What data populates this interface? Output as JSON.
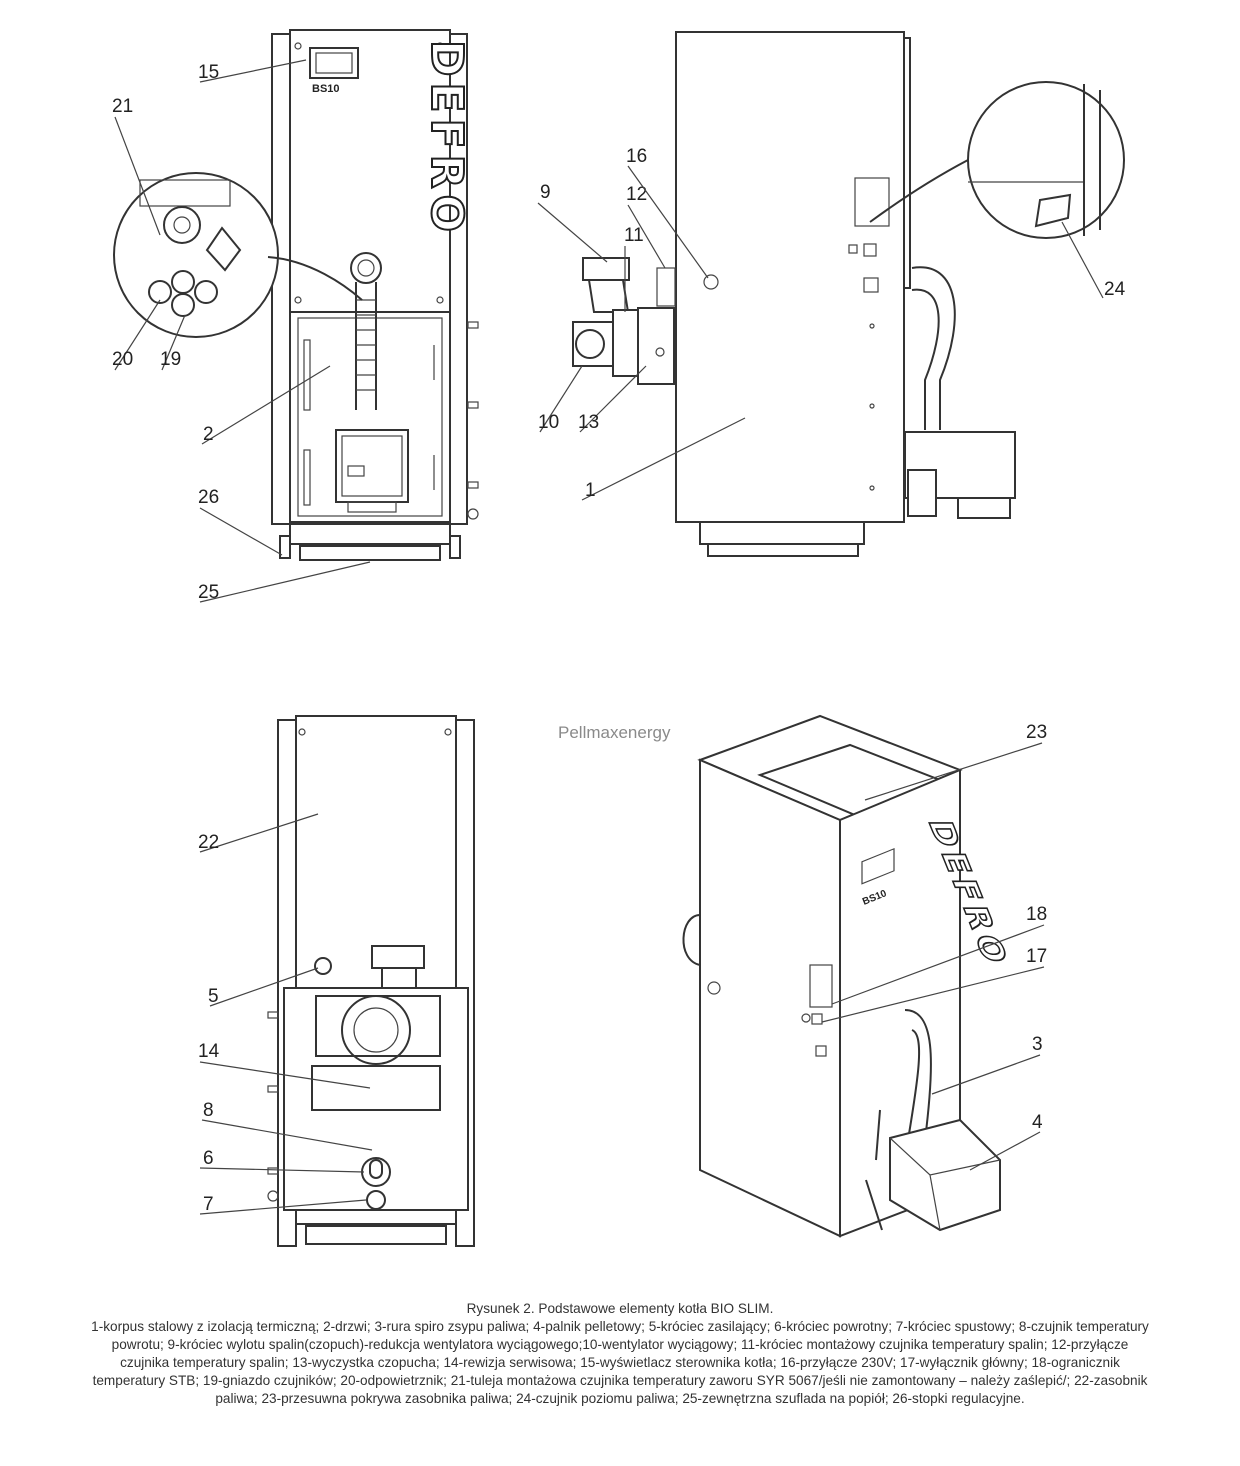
{
  "watermark": "Pellmaxenergy",
  "brand_vertical": "DEFRO",
  "controller_label": "BS10",
  "callouts": [
    "1",
    "2",
    "3",
    "4",
    "5",
    "6",
    "7",
    "8",
    "9",
    "10",
    "11",
    "12",
    "13",
    "14",
    "15",
    "16",
    "17",
    "18",
    "19",
    "20",
    "21",
    "22",
    "23",
    "24",
    "25",
    "26"
  ],
  "caption": {
    "title": "Rysunek 2. Podstawowe elementy kotła BIO SLIM.",
    "legend": "1-korpus stalowy z izolacją termiczną; 2-drzwi; 3-rura spiro zsypu paliwa; 4-palnik pelletowy; 5-króciec zasilający; 6-króciec powrotny; 7-króciec spustowy; 8-czujnik temperatury powrotu; 9-króciec wylotu spalin(czopuch)-redukcja wentylatora wyciągowego;10-wentylator wyciągowy; 11-króciec montażowy czujnika temperatury spalin; 12-przyłącze czujnika temperatury spalin; 13-wyczystka czopucha; 14-rewizja serwisowa; 15-wyświetlacz sterownika kotła; 16-przyłącze 230V; 17-wyłącznik główny; 18-ogranicznik temperatury STB; 19-gniazdo czujników; 20-odpowietrznik; 21-tuleja montażowa czujnika temperatury zaworu SYR 5067/jeśli nie zamontowany – należy zaślepić/; 22-zasobnik paliwa; 23-przesuwna pokrywa zasobnika paliwa; 24-czujnik poziomu paliwa; 25-zewnętrzna szuflada na popiół; 26-stopki regulacyjne."
  }
}
